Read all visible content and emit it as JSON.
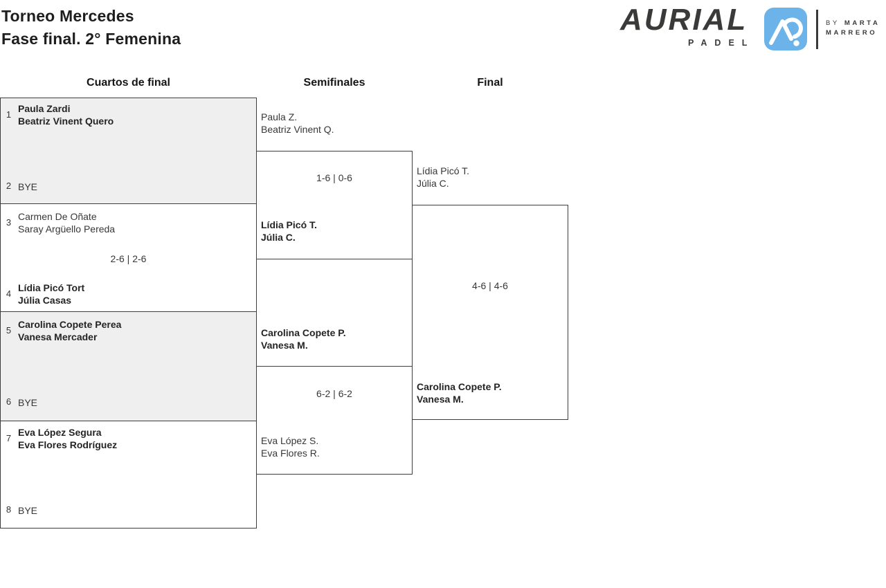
{
  "header": {
    "title_line1": "Torneo Mercedes",
    "title_line2": "Fase final. 2° Femenina"
  },
  "logo": {
    "brand": "AURIAL",
    "brand_sub": "PADEL",
    "byline_by": "BY",
    "byline_name1": "MARTA",
    "byline_name2": "MARRERO",
    "icon": "aurial-a-mark",
    "colors": {
      "accent_blue": "#6CB3E9",
      "ink": "#3A3A39"
    }
  },
  "columns": {
    "quarterfinals": "Cuartos de final",
    "semifinals": "Semifinales",
    "final": "Final"
  },
  "quarterfinals": [
    {
      "seed_top": "1",
      "top_line1": "Paula Zardi",
      "top_line2": "Beatriz Vinent Quero",
      "seed_bottom": "2",
      "bottom_line1": "BYE",
      "bottom_line2": "",
      "score": "",
      "winner": "top"
    },
    {
      "seed_top": "3",
      "top_line1": "Carmen De Oñate",
      "top_line2": "Saray Argüello Pereda",
      "seed_bottom": "4",
      "bottom_line1": "Lídia Picó Tort",
      "bottom_line2": "Júlia Casas",
      "score": "2-6 | 2-6",
      "winner": "bottom"
    },
    {
      "seed_top": "5",
      "top_line1": "Carolina Copete Perea",
      "top_line2": "Vanesa Mercader",
      "seed_bottom": "6",
      "bottom_line1": "BYE",
      "bottom_line2": "",
      "score": "",
      "winner": "top"
    },
    {
      "seed_top": "7",
      "top_line1": "Eva López Segura",
      "top_line2": "Eva Flores Rodríguez",
      "seed_bottom": "8",
      "bottom_line1": "BYE",
      "bottom_line2": "",
      "score": "",
      "winner": "top"
    }
  ],
  "semifinals": [
    {
      "top_line1": "Paula Z.",
      "top_line2": "Beatriz Vinent Q.",
      "bottom_line1": "Lídia Picó T.",
      "bottom_line2": "Júlia C.",
      "score": "1-6 | 0-6",
      "winner": "bottom"
    },
    {
      "top_line1": "Carolina Copete P.",
      "top_line2": "Vanesa M.",
      "bottom_line1": "Eva López S.",
      "bottom_line2": "Eva Flores R.",
      "score": "6-2 | 6-2",
      "winner": "top"
    }
  ],
  "final": {
    "top_line1": "Lídia Picó T.",
    "top_line2": "Júlia C.",
    "bottom_line1": "Carolina Copete P.",
    "bottom_line2": "Vanesa M.",
    "score": "4-6 | 4-6",
    "winner": "bottom"
  }
}
